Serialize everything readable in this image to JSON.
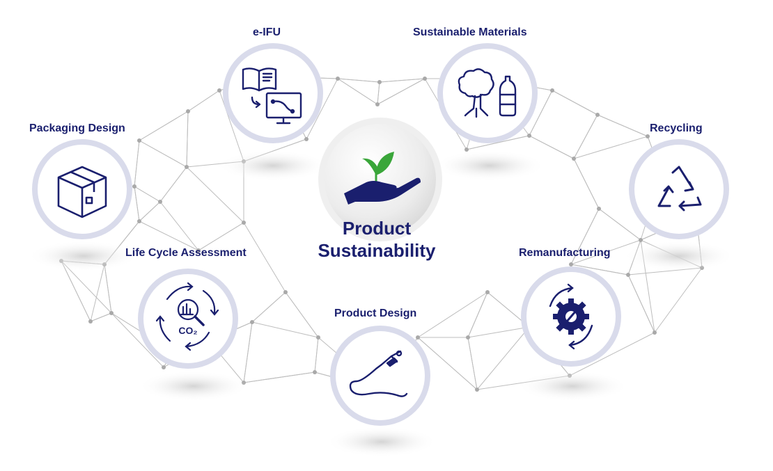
{
  "center": {
    "title_line1": "Product",
    "title_line2": "Sustainability",
    "icon": "plant-in-hand-icon"
  },
  "nodes": [
    {
      "id": "e-ifu",
      "label": "e-IFU",
      "icon": "manual-to-screen-icon"
    },
    {
      "id": "sustainable-materials",
      "label": "Sustainable Materials",
      "icon": "tree-and-bottle-icon"
    },
    {
      "id": "packaging-design",
      "label": "Packaging Design",
      "icon": "box-icon"
    },
    {
      "id": "recycling",
      "label": "Recycling",
      "icon": "recycle-icon"
    },
    {
      "id": "life-cycle-assessment",
      "label": "Life Cycle Assessment",
      "icon": "co2-analysis-icon"
    },
    {
      "id": "remanufacturing",
      "label": "Remanufacturing",
      "icon": "gear-cycle-icon"
    },
    {
      "id": "product-design",
      "label": "Product Design",
      "icon": "endoscope-icon"
    }
  ],
  "colors": {
    "primary": "#1a1f6e",
    "ring": "#d6d8ea",
    "leaf": "#3aa63a",
    "network": "#b8b8b8"
  }
}
